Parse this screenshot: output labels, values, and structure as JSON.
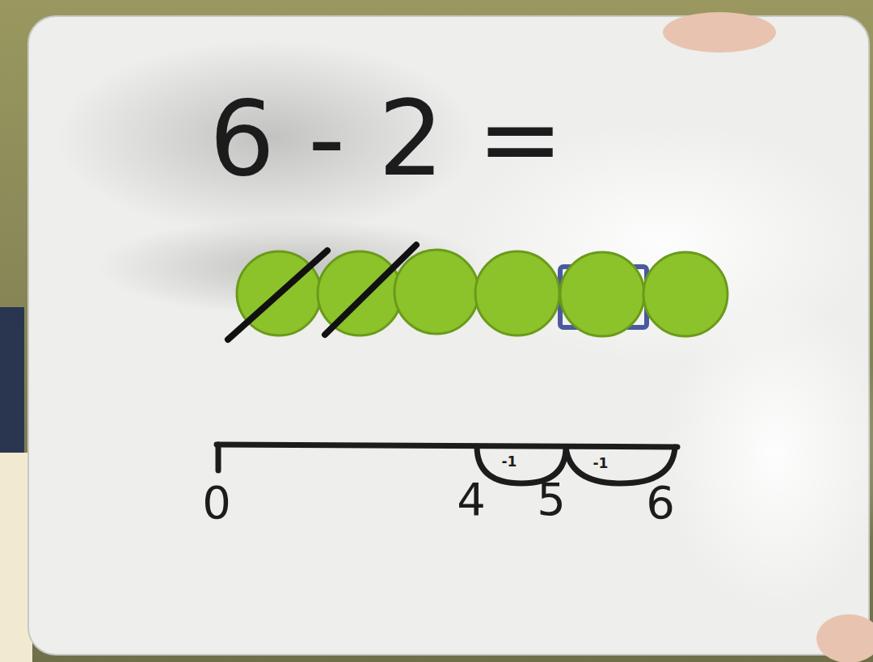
{
  "diagram": {
    "labels": [
      "6 - 2 =",
      "0",
      "4",
      "5",
      "6",
      "-1",
      "-1"
    ]
  }
}
